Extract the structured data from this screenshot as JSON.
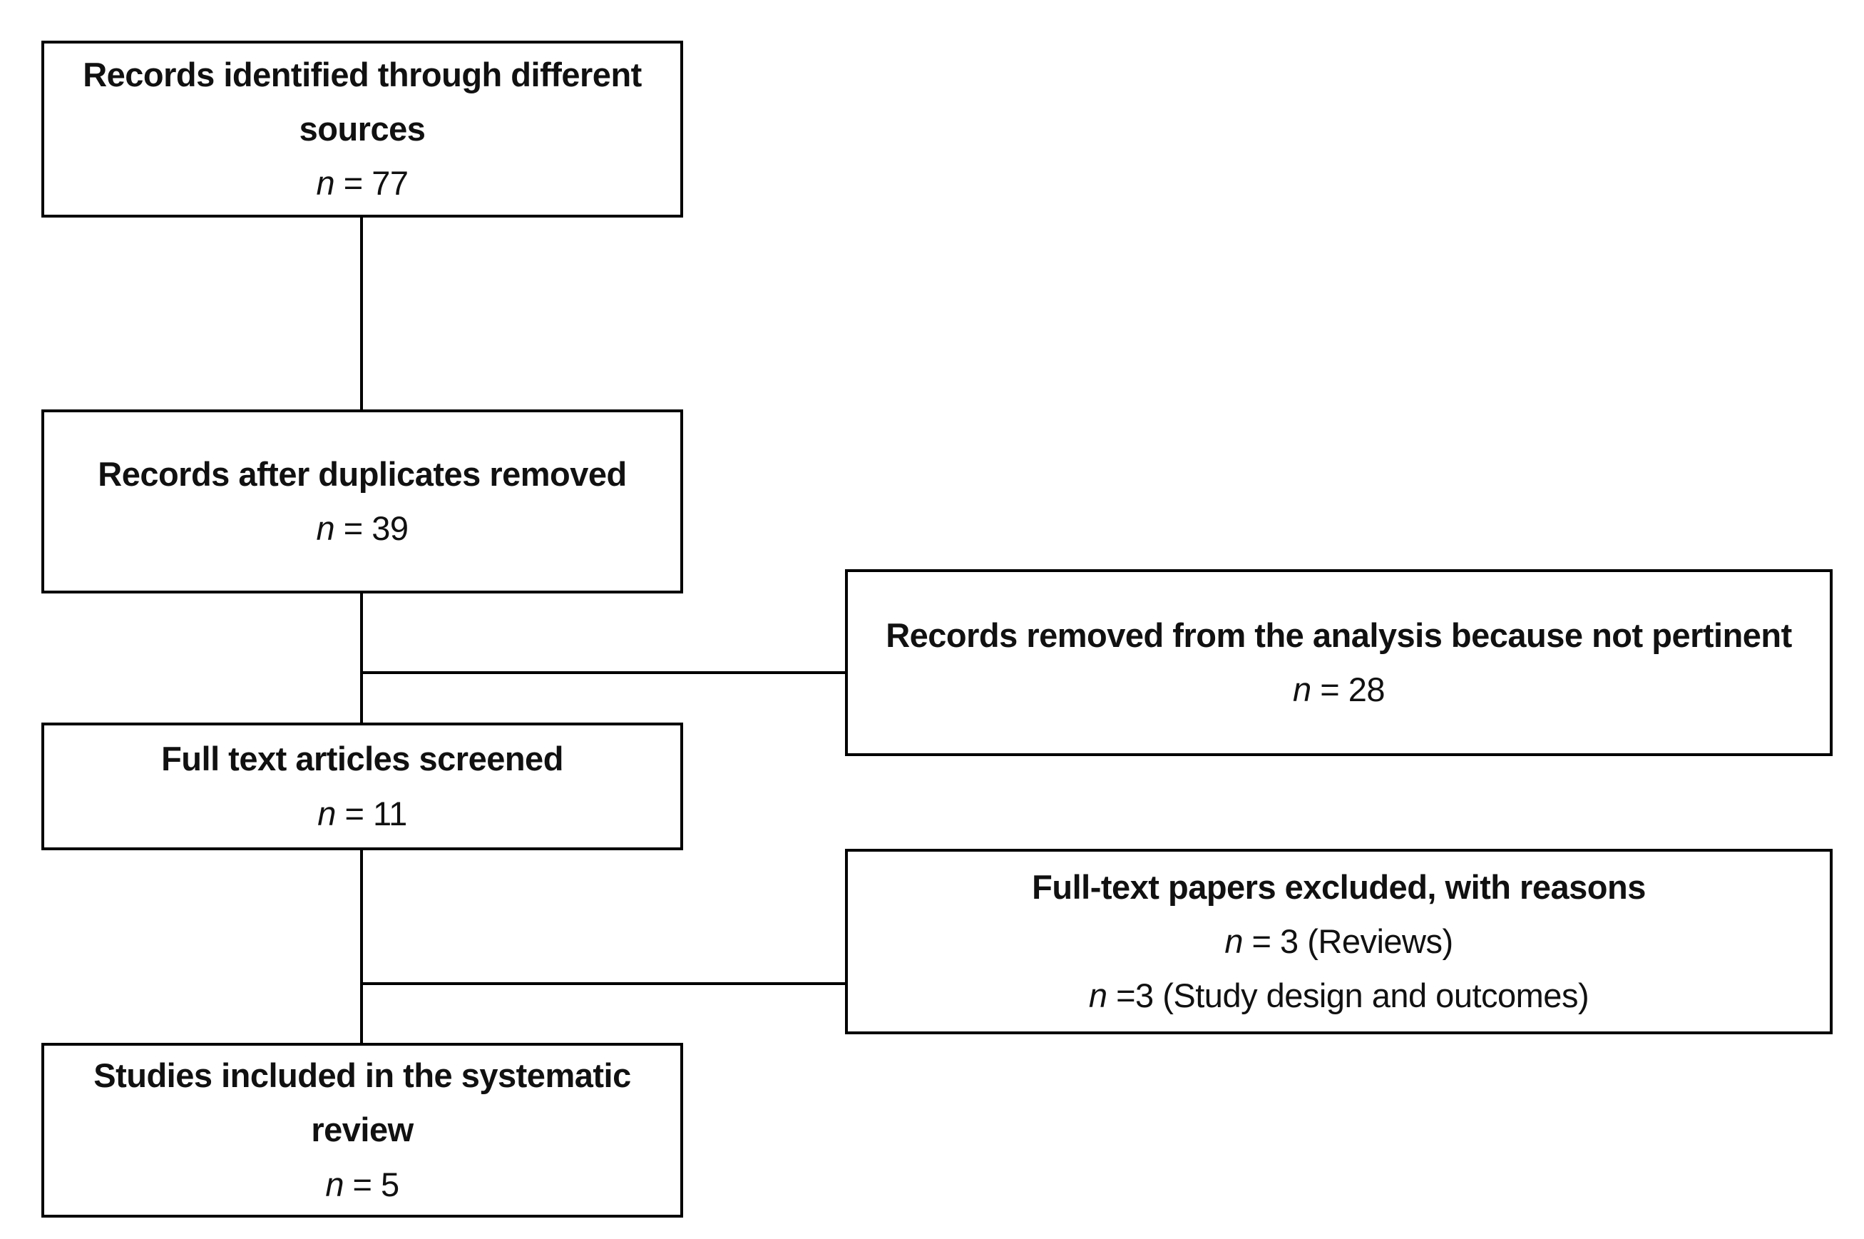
{
  "page": {
    "background_color": "#ffffff",
    "box_border_color": "#000000",
    "text_color": "#111111"
  },
  "flowchart": {
    "left_column": [
      {
        "name": "records-identified",
        "title": "Records identified through different sources",
        "n_symbol": "n",
        "n_rest": " = 77"
      },
      {
        "name": "records-after-duplicates",
        "title": "Records after duplicates removed",
        "n_symbol": "n",
        "n_rest": " = 39"
      },
      {
        "name": "full-text-screened",
        "title": "Full text articles screened",
        "n_symbol": "n",
        "n_rest": " = 11"
      },
      {
        "name": "studies-included",
        "title": "Studies included in the systematic review",
        "n_symbol": "n",
        "n_rest": " = 5"
      }
    ],
    "right_column": [
      {
        "name": "records-removed",
        "title": "Records removed from the analysis because not pertinent",
        "n_symbol": "n",
        "n_rest": " = 28"
      },
      {
        "name": "full-text-excluded",
        "title": "Full-text papers excluded, with reasons",
        "count_lines": [
          {
            "n_symbol": "n",
            "rest": " = 3 (Reviews)"
          },
          {
            "n_symbol": "n",
            "rest": " =3 (Study design and outcomes)"
          }
        ]
      }
    ]
  }
}
